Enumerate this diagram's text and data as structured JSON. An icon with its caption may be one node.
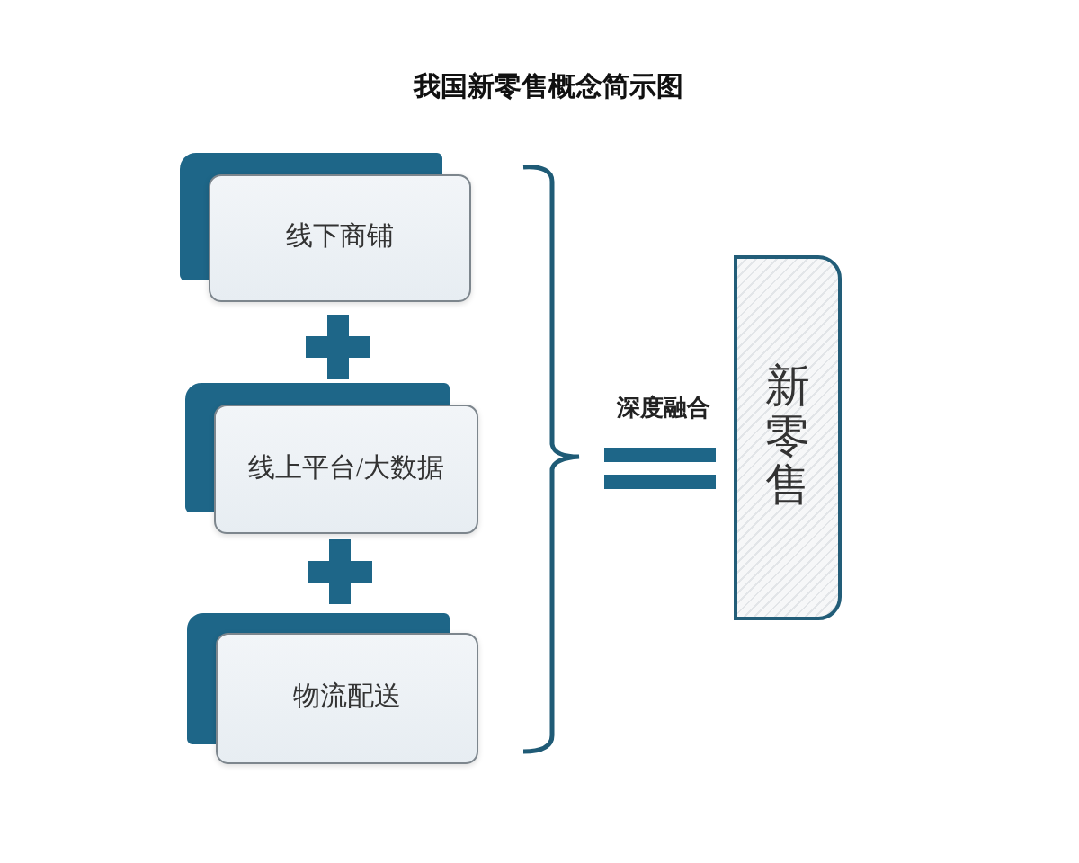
{
  "diagram": {
    "title": "我国新零售概念简示图",
    "nodes": [
      {
        "text": [
          "线下商铺"
        ]
      },
      {
        "text": [
          "线上平台/大数据"
        ]
      },
      {
        "text": [
          "物流配送"
        ]
      },
      {
        "text": [
          "新零售"
        ]
      }
    ],
    "labels": [
      "深度融合"
    ]
  }
}
